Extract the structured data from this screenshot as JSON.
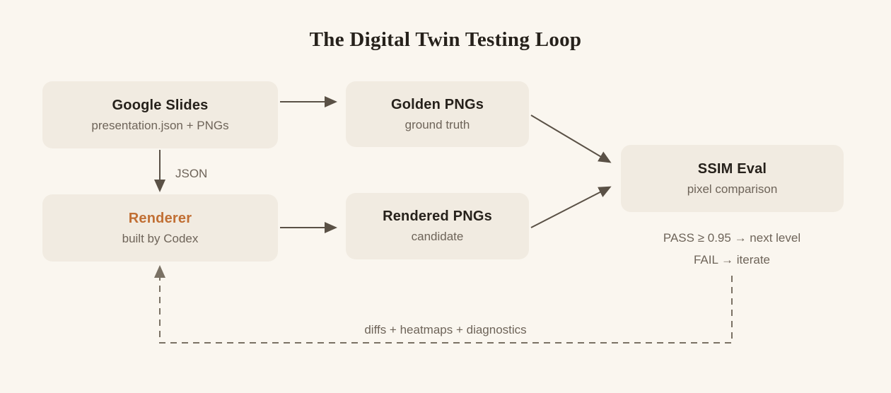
{
  "title": "The Digital Twin Testing Loop",
  "nodes": {
    "google_slides": {
      "title": "Google Slides",
      "subtitle": "presentation.json + PNGs"
    },
    "golden_pngs": {
      "title": "Golden PNGs",
      "subtitle": "ground truth"
    },
    "renderer": {
      "title": "Renderer",
      "subtitle": "built by Codex"
    },
    "rendered_pngs": {
      "title": "Rendered PNGs",
      "subtitle": "candidate"
    },
    "ssim_eval": {
      "title": "SSIM Eval",
      "subtitle": "pixel comparison"
    }
  },
  "labels": {
    "json_arrow": "JSON",
    "pass_rule": "PASS ≥ 0.95 → next level",
    "fail_rule": "FAIL → iterate",
    "feedback": "diffs + heatmaps + diagnostics"
  },
  "colors": {
    "background": "#FAF6EF",
    "box_fill": "#F1EBE1",
    "heading_text": "#26211B",
    "subtitle_text": "#6E6459",
    "accent_orange": "#C16F34",
    "arrow": "#5A5146",
    "dashed": "#7A7164"
  }
}
